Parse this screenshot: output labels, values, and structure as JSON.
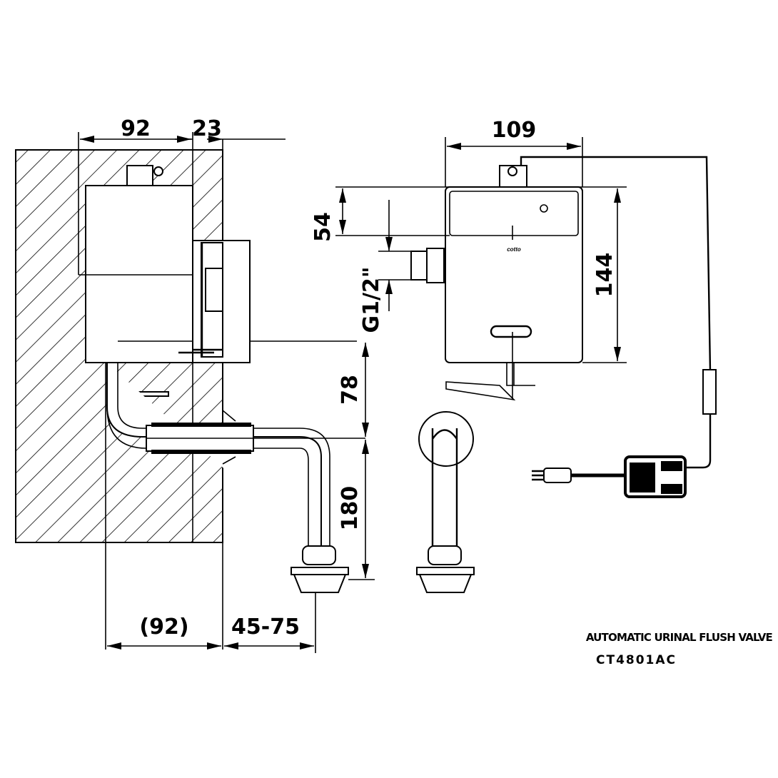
{
  "dimensions": {
    "box_depth": "92",
    "panel_depth": "23",
    "front_width": "109",
    "inlet_height": "54",
    "inlet_thread": "G1/2\"",
    "box_height": "144",
    "outlet_drop": "78",
    "outlet_height": "180",
    "wall_depth": "(92)",
    "projection": "45-75"
  },
  "logo": "cotto",
  "caption": {
    "title": "AUTOMATIC URINAL FLUSH VALVE",
    "model": "CT4801AC"
  }
}
